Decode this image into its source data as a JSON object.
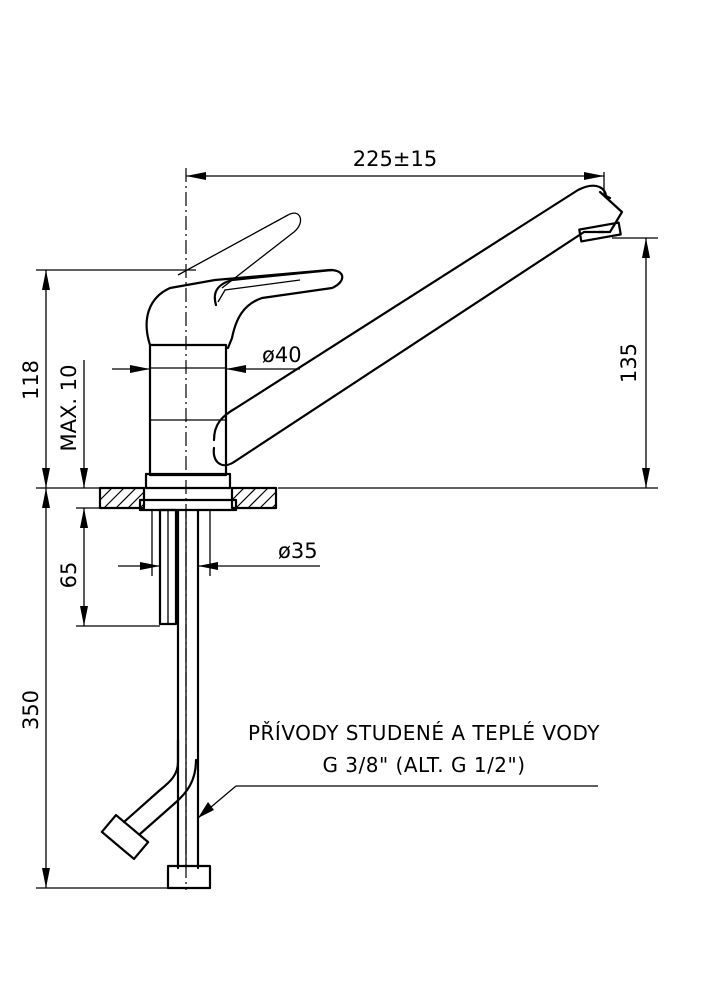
{
  "dimensions": {
    "reach": "225±15",
    "spout_height": "135",
    "total_height": "118",
    "max_thickness": "MAX. 10",
    "body_diameter": "ø40",
    "shank_diameter": "ø35",
    "shank_length": "65",
    "hose_length": "350"
  },
  "note": {
    "line1": "PŘÍVODY STUDENÉ A TEPLÉ VODY",
    "line2": "G 3/8\" (ALT. G 1/2\")"
  }
}
